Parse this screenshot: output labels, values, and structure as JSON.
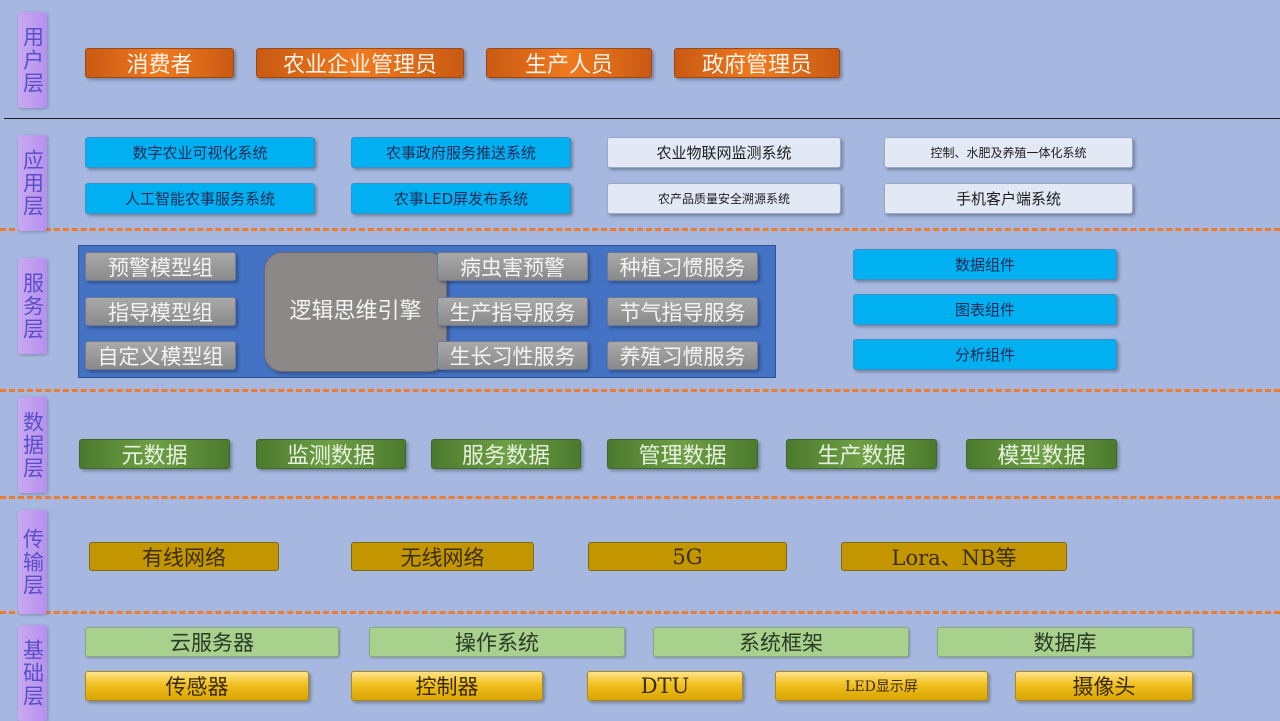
{
  "layers": {
    "user": "用户层",
    "application": "应用层",
    "service": "服务层",
    "data": "数据层",
    "transport": "传输层",
    "foundation": "基础层"
  },
  "user_layer": [
    "消费者",
    "农业企业管理员",
    "生产人员",
    "政府管理员"
  ],
  "application_layer": {
    "row1": [
      "数字农业可视化系统",
      "农事政府服务推送系统",
      "农业物联网监测系统",
      "控制、水肥及养殖一体化系统"
    ],
    "row2": [
      "人工智能农事服务系统",
      "农事LED屏发布系统",
      "农产品质量安全溯源系统",
      "手机客户端系统"
    ]
  },
  "service_layer": {
    "model_groups": [
      "预警模型组",
      "指导模型组",
      "自定义模型组"
    ],
    "engine": "逻辑思维引擎",
    "services_col1": [
      "病虫害预警",
      "生产指导服务",
      "生长习性服务"
    ],
    "services_col2": [
      "种植习惯服务",
      "节气指导服务",
      "养殖习惯服务"
    ],
    "components": [
      "数据组件",
      "图表组件",
      "分析组件"
    ]
  },
  "data_layer": [
    "元数据",
    "监测数据",
    "服务数据",
    "管理数据",
    "生产数据",
    "模型数据"
  ],
  "transport_layer": [
    "有线网络",
    "无线网络",
    "5G",
    "Lora、NB等"
  ],
  "foundation_layer": {
    "row1": [
      "云服务器",
      "操作系统",
      "系统框架",
      "数据库"
    ],
    "row2": [
      "传感器",
      "控制器",
      "DTU",
      "LED显示屏",
      "摄像头"
    ]
  },
  "colors": {
    "background": "#a6b8e0",
    "divider_dash": "#f07b2a",
    "user_box": "#e86f1c",
    "app_blue": "#00b0f0",
    "service_panel": "#4472c4",
    "data_green": "#5e9038",
    "transport_gold": "#c39600",
    "foundation_green": "#a9d18e",
    "foundation_yellow": "#f0c020"
  }
}
